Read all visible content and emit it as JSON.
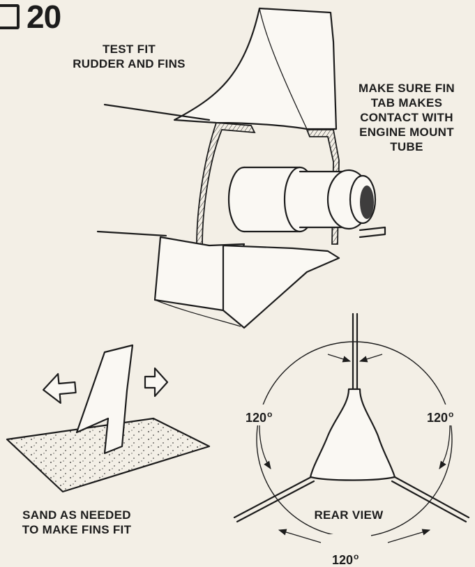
{
  "step": {
    "number": "20"
  },
  "captions": {
    "test_fit": "TEST FIT\nRUDDER AND FINS",
    "fin_tab": "MAKE SURE FIN\nTAB MAKES\nCONTACT WITH\nENGINE MOUNT\nTUBE",
    "sand": "SAND AS NEEDED\nTO MAKE FINS FIT",
    "rear_view": "REAR VIEW"
  },
  "angles": {
    "left": "120",
    "right": "120",
    "bottom": "120",
    "degree_mark": "o"
  }
}
